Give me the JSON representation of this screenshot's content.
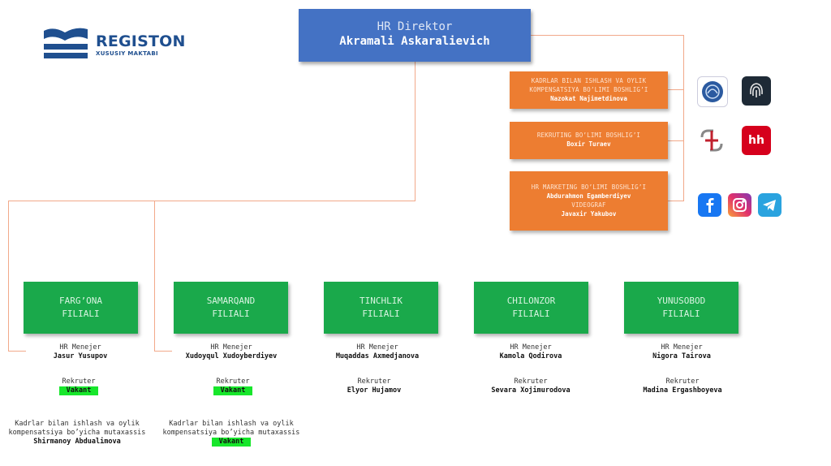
{
  "logo": {
    "brand": "REGISTON",
    "sub": "XUSUSIY MAKTABI"
  },
  "director": {
    "title": "HR Direktor",
    "name": "Akramali Askaralievich"
  },
  "departments": [
    {
      "title": "KADRLAR BILAN ISHLASH VA OYLIK KOMPENSATSIYA BO’LIMI BOSHLIG’I",
      "name": "Nazokat Najimetdinova"
    },
    {
      "title": "REKRUTING BO’LIMI BOSHLIG’I",
      "name": "Boxir Turaev"
    },
    {
      "title": "HR MARKETING BO’LIMI BOSHLIG’I",
      "name": "Abdurahmon Egamberdiyev",
      "title2": "VIDEOGRAF",
      "name2": "Javaxir Yakubov"
    }
  ],
  "branches": [
    {
      "line1": "FARG’ONA",
      "line2": "FILIALI",
      "manager_role": "HR Menejer",
      "manager": "Jasur Yusupov",
      "recruiter_role": "Rekruter",
      "recruiter": "Vakant",
      "spec_role": "Kadrlar bilan ishlash va oylik kompensatsiya bo’yicha mutaxassis",
      "spec": "Shirmanoy Abdualimova"
    },
    {
      "line1": "SAMARQAND",
      "line2": "FILIALI",
      "manager_role": "HR Menejer",
      "manager": "Xudoyqul Xudoyberdiyev",
      "recruiter_role": "Rekruter",
      "recruiter": "Vakant",
      "spec_role": "Kadrlar bilan ishlash va oylik kompensatsiya bo’yicha mutaxassis",
      "spec": "Vakant"
    },
    {
      "line1": "TINCHLIK",
      "line2": "FILIALI",
      "manager_role": "HR Menejer",
      "manager": "Muqaddas Axmedjanova",
      "recruiter_role": "Rekruter",
      "recruiter": "Elyor Hujamov"
    },
    {
      "line1": "CHILONZOR",
      "line2": "FILIALI",
      "manager_role": "HR Menejer",
      "manager": "Kamola Qodirova",
      "recruiter_role": "Rekruter",
      "recruiter": "Sevara Xojimurodova"
    },
    {
      "line1": "YUNUSOBOD",
      "line2": "FILIALI",
      "manager_role": "HR Menejer",
      "manager": "Nigora Tairova",
      "recruiter_role": "Rekruter",
      "recruiter": "Madina Ergashboyeva"
    }
  ],
  "icons": {
    "row1": [
      "government-emblem-icon",
      "fingerprint-icon"
    ],
    "row2": [
      "caduceus-icon",
      "hh-icon"
    ],
    "row3": [
      "facebook-icon",
      "instagram-icon",
      "telegram-icon"
    ]
  },
  "icon_text": {
    "hh": "hh"
  },
  "colors": {
    "director": "#4472c4",
    "department": "#ed7d31",
    "branch": "#1aa94b",
    "vakant": "#17e62b",
    "brand": "#1f4f8f"
  }
}
